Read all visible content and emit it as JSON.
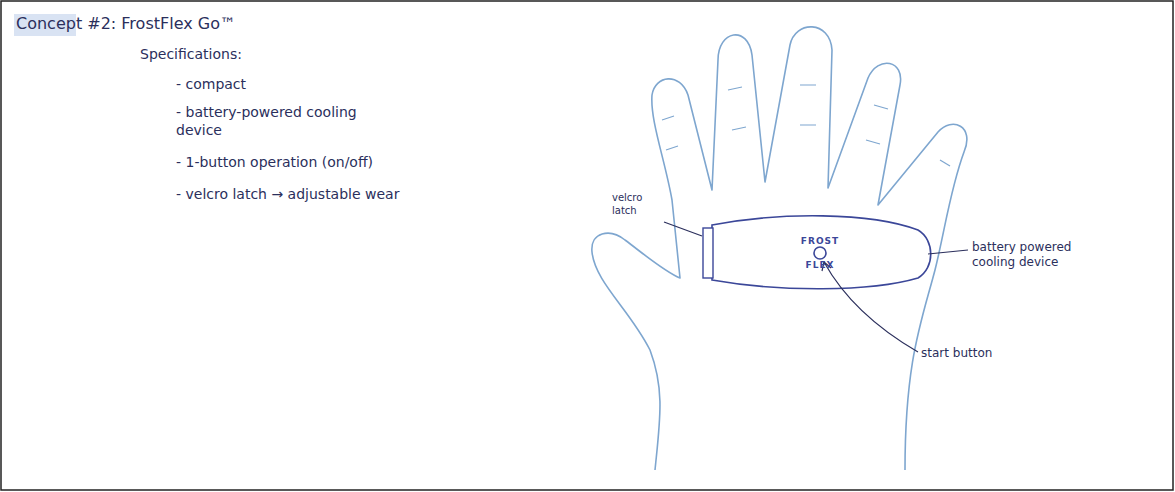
{
  "diagram": {
    "title": "Concept #2: FrostFlex Go™",
    "nodes": [
      {
        "text": [
          "FROST FLEX"
        ]
      }
    ],
    "labels": [
      "Specifications:",
      "- compact",
      "- battery-powered cooling device",
      "- 1-button operation (on/off)",
      "- velcro latch → adjustable wear",
      "velcro latch",
      "battery powered cooling device",
      "start button"
    ]
  }
}
